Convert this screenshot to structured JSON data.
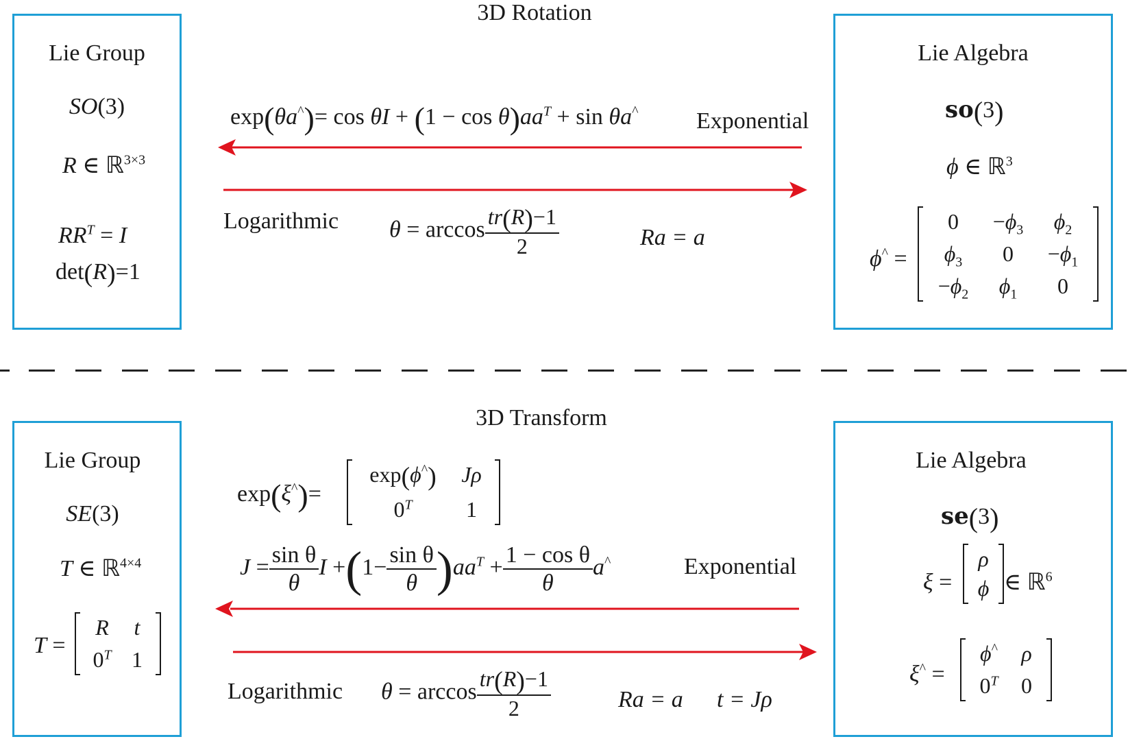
{
  "top": {
    "title": "3D Rotation",
    "left_box": {
      "heading": "Lie Group",
      "group": "SO(3)",
      "member": "R ∈ ℝ3×3",
      "constraint1": "RRT = I",
      "constraint2": "det(R) = 1"
    },
    "right_box": {
      "heading": "Lie Algebra",
      "algebra": "so(3)",
      "member": "ϕ ∈ ℝ3",
      "hat_label": "ϕ^ ="
    },
    "exp_formula": "exp(θa^) = cos θI + (1 − cos θ)aaT + sin θa^",
    "exp_label": "Exponential",
    "log_label": "Logarithmic",
    "log_formula_theta": "θ = arccos",
    "log_frac_num": "tr(R)−1",
    "log_frac_den": "2",
    "log_formula_axis": "Ra = a",
    "hat_matrix": [
      [
        "0",
        "−ϕ3",
        "ϕ2"
      ],
      [
        "ϕ3",
        "0",
        "−ϕ1"
      ],
      [
        "−ϕ2",
        "ϕ1",
        "0"
      ]
    ]
  },
  "bottom": {
    "title": "3D Transform",
    "left_box": {
      "heading": "Lie Group",
      "group": "SE(3)",
      "member": "T ∈ ℝ4×4",
      "T_label": "T =",
      "T_matrix": [
        [
          "R",
          "t"
        ],
        [
          "0T",
          "1"
        ]
      ]
    },
    "right_box": {
      "heading": "Lie Algebra",
      "algebra": "se(3)",
      "xi_label": "ξ =",
      "xi_vector": [
        "ρ",
        "ϕ"
      ],
      "xi_space": "∈ ℝ6",
      "xi_hat_label": "ξ^ =",
      "xi_hat_matrix": [
        [
          "ϕ^",
          "ρ"
        ],
        [
          "0T",
          "0"
        ]
      ]
    },
    "exp_formula_lhs": "exp(ξ^) =",
    "exp_matrix": [
      [
        "exp(ϕ^)",
        "Jρ"
      ],
      [
        "0T",
        "1"
      ]
    ],
    "J_formula_lhs": "J =",
    "J_formula_frac1_num": "sin θ",
    "J_formula_frac1_den": "θ",
    "J_formula_mid1": "I +",
    "J_formula_inner_pre": "1−",
    "J_formula_frac2_num": "sin θ",
    "J_formula_frac2_den": "θ",
    "J_formula_mid2": "aaT +",
    "J_formula_frac3_num": "1 − cos θ",
    "J_formula_frac3_den": "θ",
    "J_formula_tail": "a^",
    "exp_label": "Exponential",
    "log_label": "Logarithmic",
    "log_formula_theta": "θ = arccos",
    "log_frac_num": "tr(R)−1",
    "log_frac_den": "2",
    "log_formula_axis": "Ra = a",
    "log_formula_t": "t = Jρ"
  },
  "colors": {
    "box_border": "#1f9fd6",
    "arrow": "#e0141e",
    "text": "#1a1a1a"
  }
}
